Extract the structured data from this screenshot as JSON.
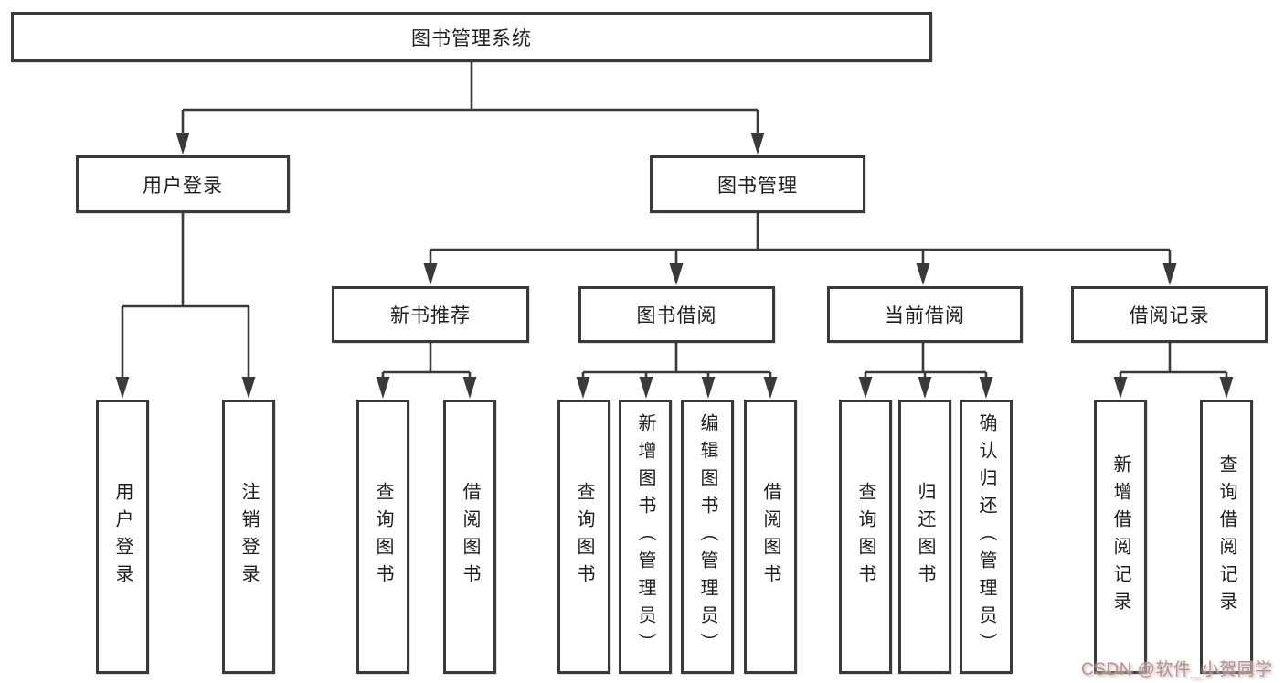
{
  "diagram": {
    "root": {
      "label": "图书管理系统"
    },
    "branches": {
      "user_login": {
        "label": "用户登录",
        "children": [
          "用户登录",
          "注销登录"
        ]
      },
      "book_management": {
        "label": "图书管理",
        "children": {
          "new_book_recommend": {
            "label": "新书推荐",
            "children": [
              "查询图书",
              "借阅图书"
            ]
          },
          "book_borrow": {
            "label": "图书借阅",
            "children": [
              "查询图书",
              "新增图书（管理员）",
              "编辑图书（管理员）",
              "借阅图书"
            ]
          },
          "current_borrow": {
            "label": "当前借阅",
            "children": [
              "查询图书",
              "归还图书",
              "确认归还（管理员）"
            ]
          },
          "borrow_record": {
            "label": "借阅记录",
            "children": [
              "新增借阅记录",
              "查询借阅记录"
            ]
          }
        }
      }
    }
  },
  "watermark": {
    "text": "CSDN @软件_小贺同学"
  },
  "colors": {
    "line": "#3a3a3a",
    "box_border": "#3a3a3a",
    "text": "#1d1d1d",
    "background": "#ffffff",
    "watermark_text": "#9c9c9c",
    "watermark_shadow": "#f2b9b9"
  }
}
